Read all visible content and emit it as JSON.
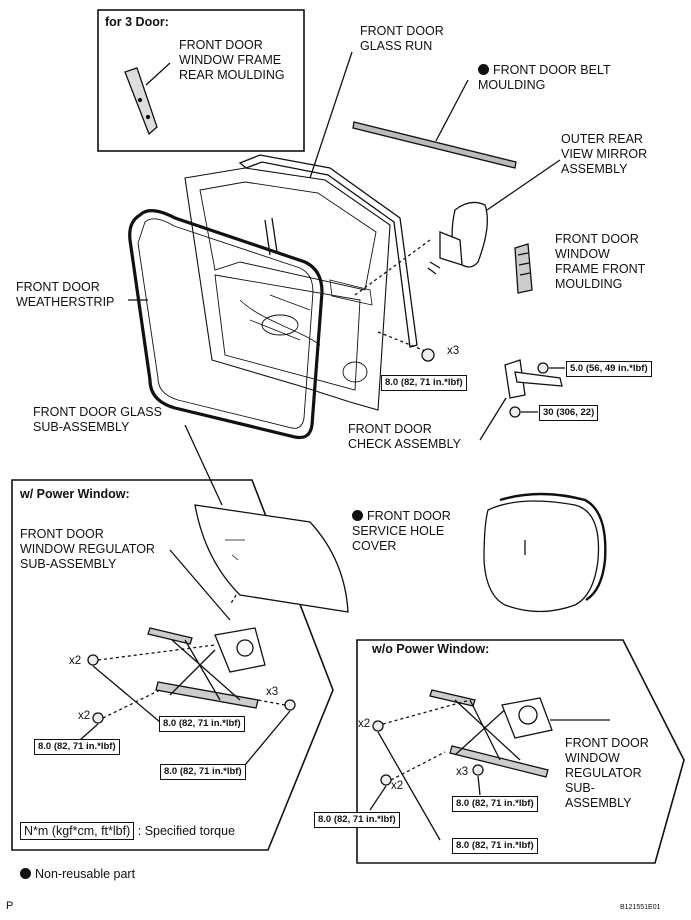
{
  "inset_3door": {
    "title": "for 3 Door:",
    "label": "FRONT DOOR\nWINDOW FRAME\nREAR MOULDING"
  },
  "labels": {
    "glass_run": "FRONT DOOR\nGLASS RUN",
    "belt_moulding": "FRONT DOOR BELT\nMOULDING",
    "mirror": "OUTER REAR\nVIEW MIRROR\nASSEMBLY",
    "frame_front_moulding": "FRONT DOOR\nWINDOW\nFRAME FRONT\nMOULDING",
    "weatherstrip": "FRONT DOOR\nWEATHERSTRIP",
    "glass_sub": "FRONT DOOR GLASS\nSUB-ASSEMBLY",
    "check_assembly": "FRONT DOOR\nCHECK ASSEMBLY",
    "service_hole": "FRONT DOOR\nSERVICE HOLE\nCOVER"
  },
  "torques": {
    "mirror_nut": "8.0 (82, 71 in.*lbf)",
    "check_bolt_a": "5.0 (56, 49 in.*lbf)",
    "check_bolt_b": "30 (306, 22)",
    "pw_bolt_a": "8.0 (82, 71 in.*lbf)",
    "pw_bolt_b": "8.0 (82, 71 in.*lbf)",
    "pw_bolt_c": "8.0 (82, 71 in.*lbf)",
    "wo_bolt_a": "8.0 (82, 71 in.*lbf)",
    "wo_bolt_b": "8.0 (82, 71 in.*lbf)",
    "wo_bolt_c": "8.0 (82, 71 in.*lbf)"
  },
  "quantities": {
    "mirror_nuts": "x3",
    "pw_x2_a": "x2",
    "pw_x2_b": "x2",
    "pw_x3": "x3",
    "wo_x2_a": "x2",
    "wo_x2_b": "x2",
    "wo_x3": "x3"
  },
  "inset_power": {
    "title": "w/ Power Window:",
    "label": "FRONT DOOR\nWINDOW REGULATOR\nSUB-ASSEMBLY"
  },
  "inset_manual": {
    "title": "w/o Power Window:",
    "label": "FRONT DOOR\nWINDOW\nREGULATOR\nSUB-\nASSEMBLY"
  },
  "legend": {
    "torque_symbol": "N*m (kgf*cm, ft*lbf)",
    "torque_text": ": Specified torque",
    "nonreusable": "Non-reusable part"
  },
  "footer": {
    "page_letter": "P",
    "figure_id": "B121551E01"
  }
}
